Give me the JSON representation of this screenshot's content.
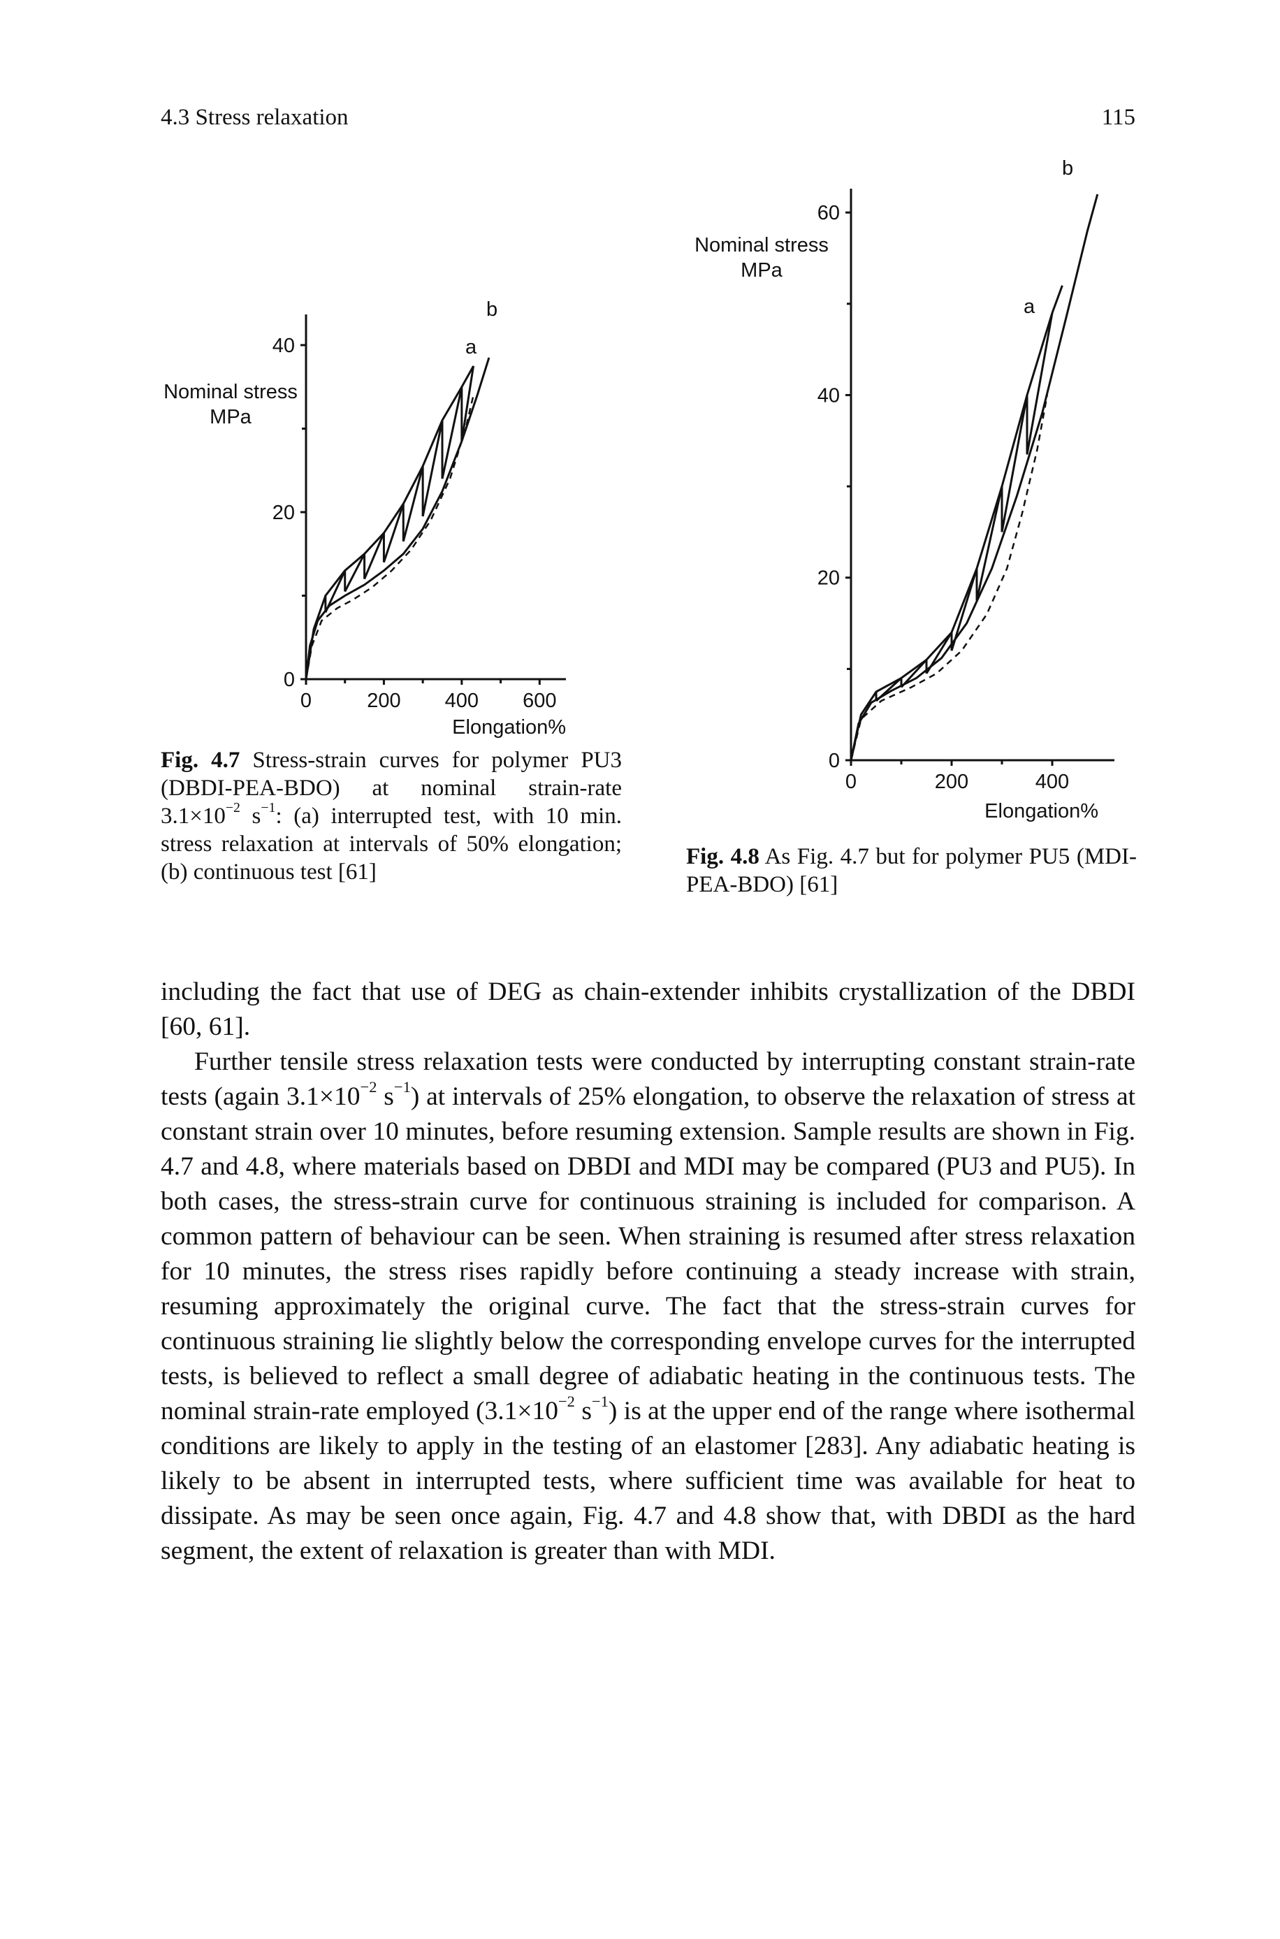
{
  "header": {
    "section": "4.3 Stress relaxation",
    "page_number": "115"
  },
  "chart_data": [
    {
      "id": "fig-4-7",
      "type": "line",
      "ylabel": [
        "Nominal stress",
        "MPa"
      ],
      "xlabel": "Elongation%",
      "xlim": [
        0,
        700
      ],
      "ylim": [
        0,
        42
      ],
      "x_ticks": [
        "0",
        "200",
        "400",
        "600"
      ],
      "y_ticks": [
        "0",
        "20",
        "40"
      ],
      "series": [
        {
          "name": "a",
          "style": "interrupted",
          "envelope": [
            [
              0,
              0
            ],
            [
              20,
              6
            ],
            [
              50,
              10
            ],
            [
              100,
              13
            ],
            [
              150,
              15
            ],
            [
              200,
              17.5
            ],
            [
              250,
              21
            ],
            [
              300,
              25.5
            ],
            [
              350,
              31
            ],
            [
              400,
              35
            ],
            [
              430,
              37.5
            ]
          ],
          "relaxed": [
            [
              50,
              8
            ],
            [
              100,
              10.5
            ],
            [
              150,
              12
            ],
            [
              200,
              14
            ],
            [
              250,
              16.5
            ],
            [
              300,
              19.5
            ],
            [
              350,
              24
            ],
            [
              400,
              28.5
            ]
          ],
          "dashed_path": [
            [
              0,
              0
            ],
            [
              15,
              4
            ],
            [
              40,
              7
            ],
            [
              80,
              8.5
            ],
            [
              120,
              9.5
            ],
            [
              170,
              11
            ],
            [
              220,
              13
            ],
            [
              270,
              15.5
            ],
            [
              320,
              19
            ],
            [
              370,
              24
            ],
            [
              410,
              30
            ],
            [
              430,
              34
            ]
          ]
        },
        {
          "name": "b",
          "style": "continuous",
          "points": [
            [
              0,
              0
            ],
            [
              10,
              4
            ],
            [
              30,
              7
            ],
            [
              60,
              8.8
            ],
            [
              100,
              10
            ],
            [
              150,
              11.3
            ],
            [
              200,
              13
            ],
            [
              250,
              15
            ],
            [
              300,
              18
            ],
            [
              350,
              22.5
            ],
            [
              400,
              28.5
            ],
            [
              440,
              34
            ],
            [
              470,
              38.5
            ]
          ]
        }
      ],
      "annotations": [
        "a",
        "b"
      ]
    },
    {
      "id": "fig-4-8",
      "type": "line",
      "ylabel": [
        "Nominal stress",
        "MPa"
      ],
      "xlabel": "Elongation%",
      "xlim": [
        0,
        500
      ],
      "ylim": [
        0,
        62
      ],
      "x_ticks": [
        "0",
        "200",
        "400"
      ],
      "y_ticks": [
        "0",
        "20",
        "40",
        "60"
      ],
      "series": [
        {
          "name": "a",
          "style": "interrupted",
          "envelope": [
            [
              0,
              0
            ],
            [
              20,
              5
            ],
            [
              50,
              7.5
            ],
            [
              100,
              9
            ],
            [
              150,
              11
            ],
            [
              200,
              14
            ],
            [
              250,
              21
            ],
            [
              300,
              30
            ],
            [
              350,
              40
            ],
            [
              400,
              49
            ],
            [
              420,
              52
            ]
          ],
          "relaxed": [
            [
              50,
              6.5
            ],
            [
              100,
              8
            ],
            [
              150,
              9.5
            ],
            [
              200,
              12
            ],
            [
              250,
              17.5
            ],
            [
              300,
              25
            ],
            [
              350,
              33.5
            ]
          ],
          "dashed_path": [
            [
              0,
              0
            ],
            [
              20,
              4.5
            ],
            [
              60,
              6.5
            ],
            [
              120,
              8
            ],
            [
              170,
              9.5
            ],
            [
              220,
              12
            ],
            [
              270,
              16
            ],
            [
              310,
              21
            ],
            [
              340,
              27
            ],
            [
              370,
              34
            ],
            [
              390,
              40
            ]
          ]
        },
        {
          "name": "b",
          "style": "continuous",
          "points": [
            [
              0,
              0
            ],
            [
              15,
              4
            ],
            [
              40,
              6.3
            ],
            [
              80,
              7.6
            ],
            [
              130,
              9
            ],
            [
              180,
              11.2
            ],
            [
              230,
              15
            ],
            [
              280,
              21
            ],
            [
              330,
              29
            ],
            [
              380,
              38
            ],
            [
              430,
              49
            ],
            [
              470,
              58
            ],
            [
              490,
              62
            ]
          ]
        }
      ],
      "annotations": [
        "a",
        "b"
      ]
    }
  ],
  "captions": {
    "fig47": {
      "label": "Fig. 4.7",
      "text1": "Stress-strain curves for polymer PU3 (DBDI-PEA-BDO) at nominal strain-rate 3.1×10",
      "sup1": "−2",
      "mid": " s",
      "sup2": "−1",
      "text2": ": (a) interrupted test, with 10 min. stress relaxation at intervals of 50% elongation; (b) continuous test [61]"
    },
    "fig48": {
      "label": "Fig. 4.8",
      "text": "As Fig. 4.7 but for polymer PU5 (MDI-PEA-BDO) [61]"
    }
  },
  "body": {
    "p1": "including the fact that use of DEG as chain-extender inhibits crystallization of the DBDI [60, 61].",
    "p2a": "Further tensile stress relaxation tests were conducted by interrupting constant strain-rate tests (again 3.1×10",
    "p2sup1": "−2",
    "p2b": " s",
    "p2sup2": "−1",
    "p2c": ") at intervals of 25% elongation, to observe the relaxation of stress at constant strain over 10 minutes, before resuming extension. Sample results are shown in Fig. 4.7 and 4.8, where materials based on DBDI and MDI may be compared (PU3 and PU5). In both cases, the stress-strain curve for continuous straining is included for comparison. A common pattern of behaviour can be seen. When straining is resumed after stress relaxation for 10 minutes, the stress rises rapidly before continuing a steady increase with strain, resuming approximately the original curve. The fact that the stress-strain curves for continuous straining lie slightly below the corresponding envelope curves for the interrupted tests, is believed to reflect a small degree of adiabatic heating in the continuous tests. The nominal strain-rate employed (3.1×10",
    "p2sup3": "−2",
    "p2d": " s",
    "p2sup4": "−1",
    "p2e": ") is at the upper end of the range where isothermal conditions are likely to apply in the testing of an elastomer [283]. Any adiabatic heating is likely to be absent in interrupted tests, where sufficient time was available for heat to dissipate. As may be seen once again, Fig. 4.7 and 4.8 show that, with DBDI as the hard segment, the extent of relaxation is greater than with MDI."
  }
}
